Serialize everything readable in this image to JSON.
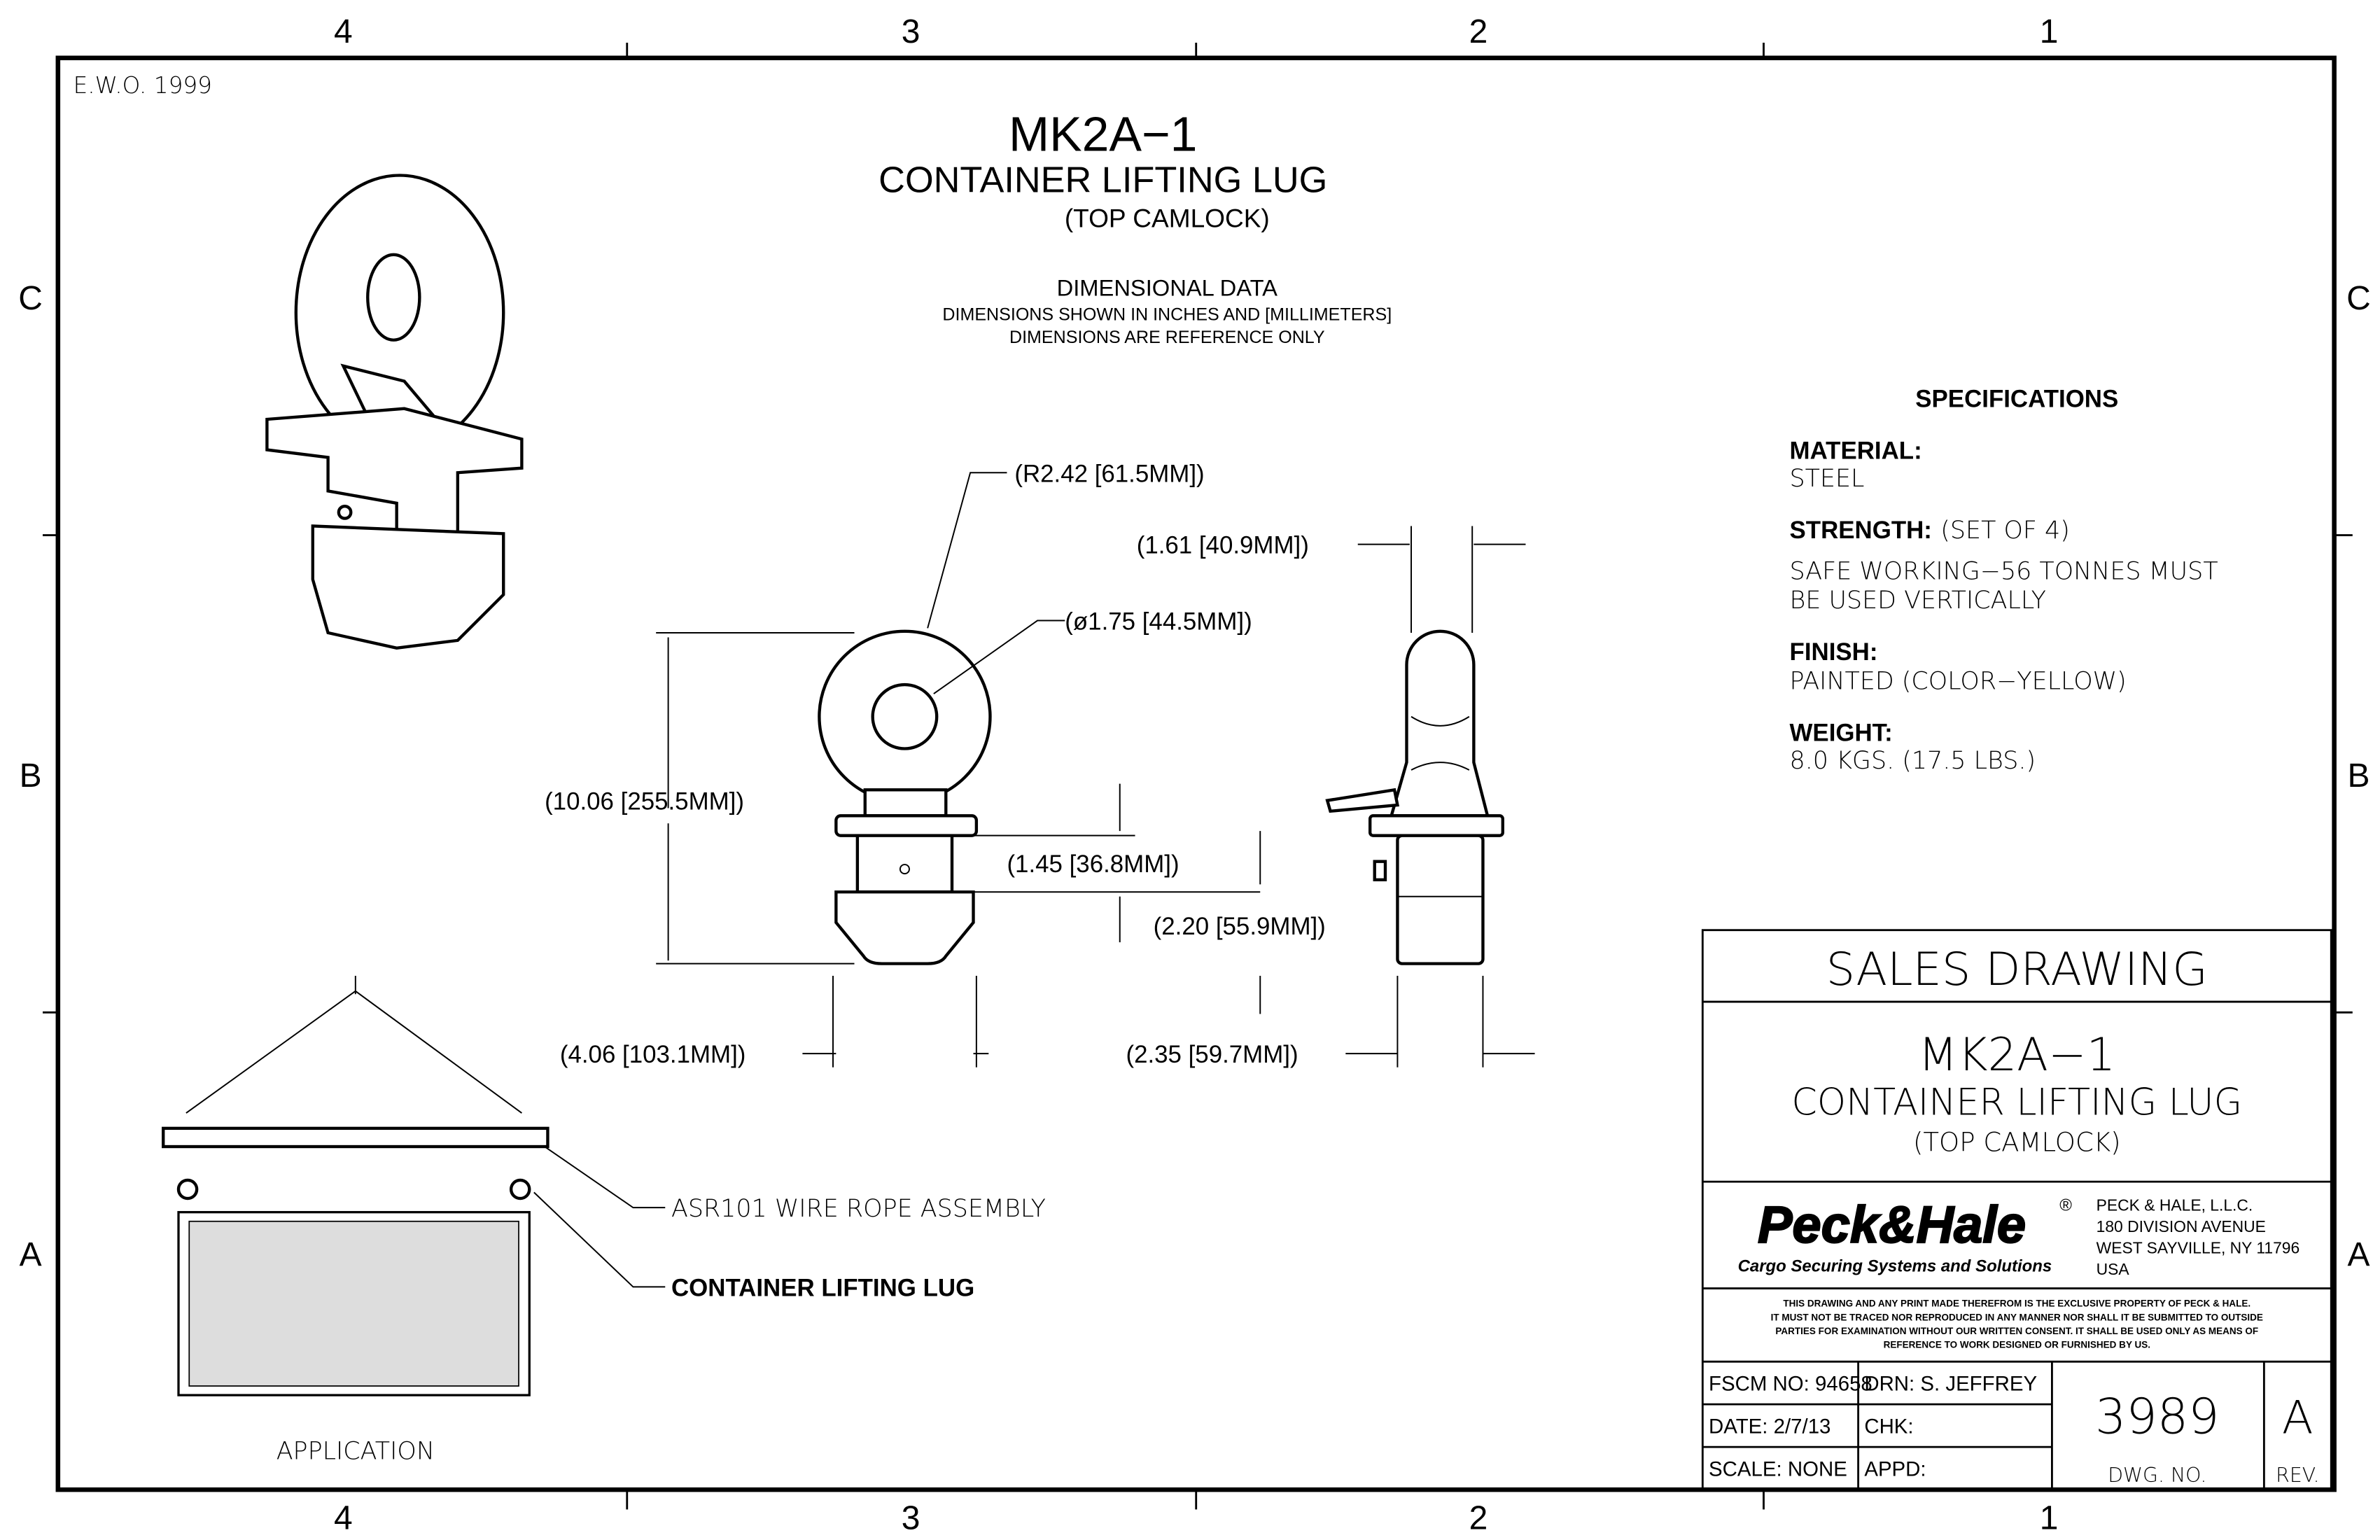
{
  "zones": {
    "cols": [
      "4",
      "3",
      "2",
      "1"
    ],
    "rows": [
      "C",
      "B",
      "A"
    ]
  },
  "ewo": "E.W.O. 1999",
  "header": {
    "part": "MK2A−1",
    "name": "CONTAINER LIFTING LUG",
    "sub": "(TOP CAMLOCK)",
    "dim_title": "DIMENSIONAL DATA",
    "dim_note1": "DIMENSIONS SHOWN IN INCHES AND [MILLIMETERS]",
    "dim_note2": "DIMENSIONS ARE REFERENCE ONLY"
  },
  "dims": {
    "radius": "(R2.42 [61.5MM])",
    "hole": "(ø1.75 [44.5MM])",
    "height": "(10.06 [255.5MM])",
    "collar": "(1.45 [36.8MM])",
    "base": "(2.20 [55.9MM])",
    "width": "(4.06 [103.1MM])",
    "side_width": "(2.35 [59.7MM])",
    "thickness": "(1.61 [40.9MM])"
  },
  "specs": {
    "title": "SPECIFICATIONS",
    "material_label": "MATERIAL:",
    "material": "STEEL",
    "strength_label": "STRENGTH:",
    "strength_note": "(SET OF 4)",
    "strength1": "SAFE WORKING−56 TONNES MUST",
    "strength2": "BE USED VERTICALLY",
    "finish_label": "FINISH:",
    "finish": "PAINTED (COLOR−YELLOW)",
    "weight_label": "WEIGHT:",
    "weight": "8.0 KGS. (17.5 LBS.)"
  },
  "application": {
    "rope": "ASR101 WIRE ROPE ASSEMBLY",
    "lug": "CONTAINER LIFTING LUG",
    "caption": "APPLICATION"
  },
  "title_block": {
    "type": "SALES DRAWING",
    "part": "MK2A−1",
    "name": "CONTAINER LIFTING LUG",
    "sub": "(TOP CAMLOCK)",
    "logo": "Peck&Hale",
    "logo_mark": "®",
    "tagline": "Cargo Securing Systems and Solutions",
    "address": [
      "PECK & HALE, L.L.C.",
      "180 DIVISION AVENUE",
      "WEST SAYVILLE, NY 11796",
      "USA"
    ],
    "legal": [
      "THIS DRAWING AND ANY PRINT MADE THEREFROM IS THE EXCLUSIVE PROPERTY OF PECK & HALE.",
      "IT MUST NOT BE TRACED NOR REPRODUCED IN ANY MANNER NOR SHALL IT BE SUBMITTED TO OUTSIDE",
      "PARTIES FOR EXAMINATION WITHOUT OUR WRITTEN CONSENT.  IT SHALL BE USED ONLY AS MEANS OF",
      "REFERENCE TO WORK DESIGNED OR FURNISHED BY US."
    ],
    "fscm": "FSCM NO: 94658",
    "drn": "DRN: S. JEFFREY",
    "date": "DATE: 2/7/13",
    "chk": "CHK:",
    "scale": "SCALE:  NONE",
    "appd": "APPD:",
    "dwg_no": "3989",
    "dwg_label": "DWG. NO.",
    "rev": "A",
    "rev_label": "REV."
  }
}
